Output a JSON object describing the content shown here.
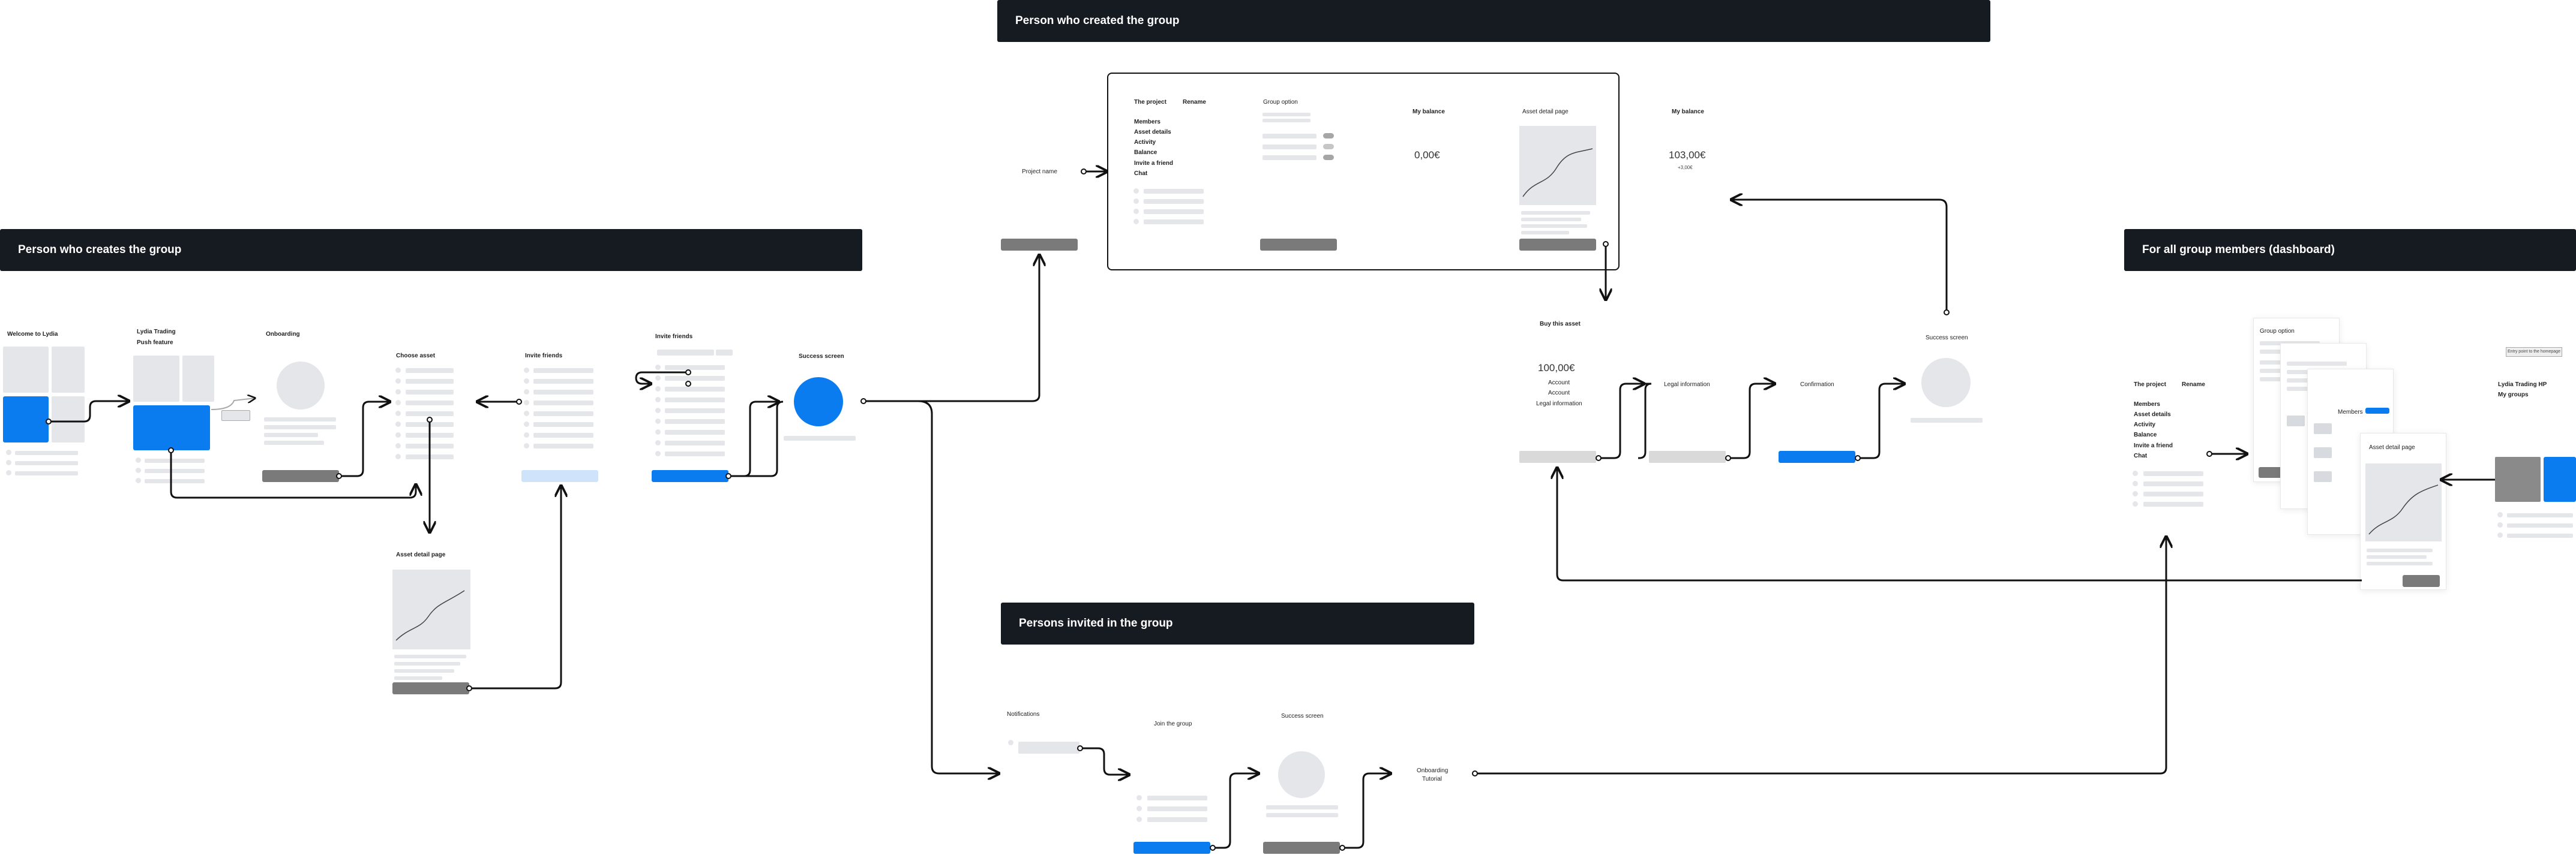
{
  "sections": {
    "creator_setup": "Person who creates the group",
    "creator_view": "Person who created the group",
    "invited": "Persons invited in the group",
    "dashboard": "For all group members (dashboard)"
  },
  "screens": {
    "welcome": "Welcome to Lydia",
    "trading": "Lydia Trading",
    "push": "Push feature",
    "onboarding": "Onboarding",
    "choose_asset": "Choose asset",
    "invite_friends_1": "Invite friends",
    "invite_friends_2": "Invite friends",
    "success_screen_1": "Success screen",
    "asset_detail_page_1": "Asset detail page",
    "project_name": "Project name",
    "the_project": "The project",
    "rename": "Rename",
    "members": "Members",
    "asset_details": "Asset details",
    "activity": "Activity",
    "balance": "Balance",
    "invite_a_friend": "Invite a friend",
    "chat": "Chat",
    "group_option": "Group option",
    "my_balance_1": "My balance",
    "balance_value_1": "0,00€",
    "asset_detail_page_2": "Asset detail page",
    "my_balance_2": "My balance",
    "balance_value_2": "103,00€",
    "balance_delta": "+3,00€",
    "buy_this_asset": "Buy this asset",
    "buy_amount": "100,00€",
    "account_1": "Account",
    "account_2": "Account",
    "legal_information_1": "Legal information",
    "legal_information_2": "Legal information",
    "confirmation": "Confirmation",
    "success_screen_2": "Success screen",
    "notifications": "Notifications",
    "join_the_group": "Join the group",
    "success_screen_3": "Success screen",
    "onboarding_2": "Onboarding",
    "tutorial": "Tutorial",
    "dash_the_project": "The project",
    "dash_rename": "Rename",
    "dash_members": "Members",
    "dash_asset_details": "Asset details",
    "dash_activity": "Activity",
    "dash_balance": "Balance",
    "dash_invite": "Invite a friend",
    "dash_chat": "Chat",
    "dash_group_option": "Group option",
    "dash_members_card": "Members",
    "dash_asset_detail": "Asset detail page",
    "lydia_trading_hp": "Lydia Trading HP",
    "my_groups": "My groups",
    "entry_button": "Entry point to the homepage"
  },
  "colors": {
    "header_bg": "#161b22",
    "accent": "#0a7cf0",
    "placeholder": "#e4e6e9",
    "button_dark": "#7a7a7a"
  }
}
